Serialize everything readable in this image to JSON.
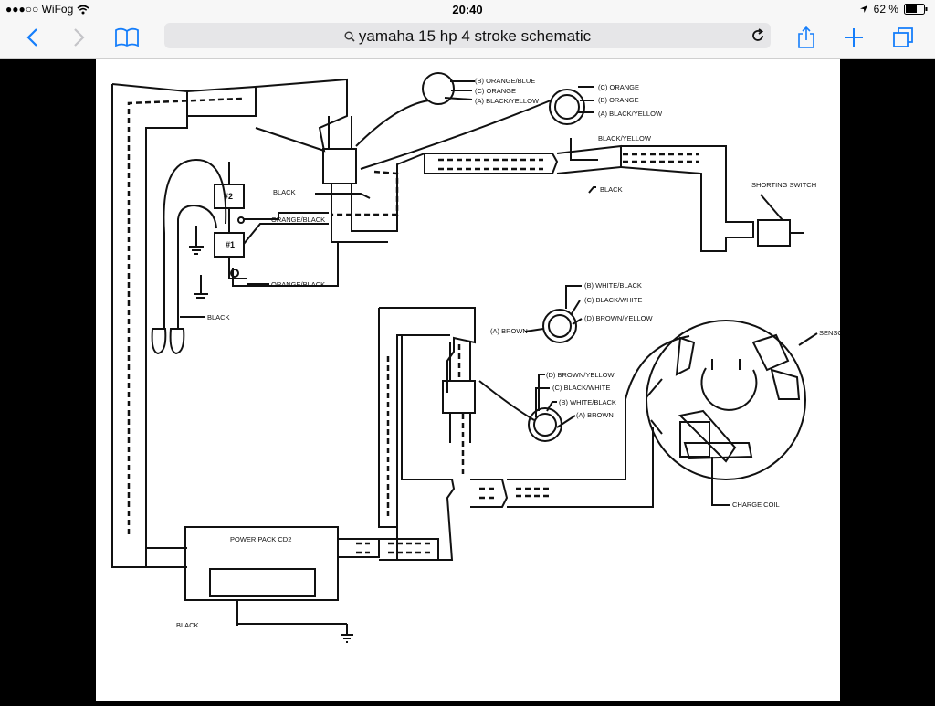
{
  "status": {
    "carrier": "●●●○○ WiFog",
    "time": "20:40",
    "battery": "62 %"
  },
  "toolbar": {
    "address": "yamaha 15 hp 4 stroke schematic"
  },
  "schematic": {
    "top_plug1_b": "(B) ORANGE/BLUE",
    "top_plug1_c": "(C) ORANGE",
    "top_plug1_a": "(A) BLACK/YELLOW",
    "top_plug2_c": "(C) ORANGE",
    "top_plug2_b": "(B) ORANGE",
    "top_plug2_a": "(A) BLACK/YELLOW",
    "black_yellow": "BLACK/YELLOW",
    "black_right": "BLACK",
    "shorting_switch": "SHORTING SWITCH",
    "coil2": "#2",
    "coil1": "#1",
    "black_mid": "BLACK",
    "orange_black_1": "ORANGE/BLACK",
    "orange_black_2": "ORANGE/BLACK",
    "black_plugs": "BLACK",
    "mid_plug1_b": "(B) WHITE/BLACK",
    "mid_plug1_c": "(C) BLACK/WHITE",
    "mid_plug1_d": "(D) BROWN/YELLOW",
    "mid_plug1_a": "(A) BROWN",
    "mid_plug2_d": "(D) BROWN/YELLOW",
    "mid_plug2_c": "(C) BLACK/WHITE",
    "mid_plug2_b": "(B) WHITE/BLACK",
    "mid_plug2_a": "(A) BROWN",
    "sensor": "SENSO",
    "charge_coil": "CHARGE COIL",
    "power_pack": "POWER PACK CD2",
    "black_bottom": "BLACK"
  }
}
